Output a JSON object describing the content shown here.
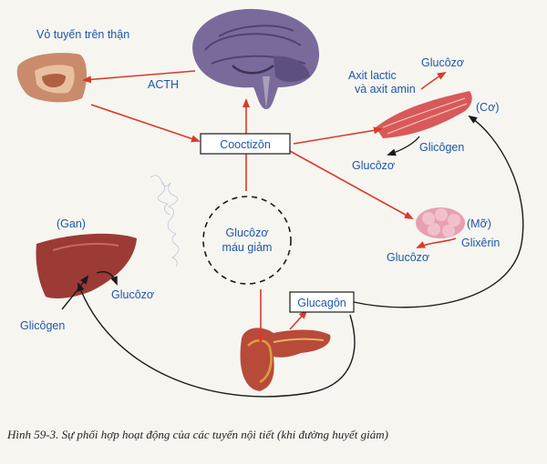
{
  "diagram": {
    "labels": {
      "adrenal_cortex": "Vỏ tuyến trên thận",
      "acth": "ACTH",
      "cortisol": "Cooctizôn",
      "lactic_amino_line1": "Axit lactic",
      "lactic_amino_line2": "và axit amin",
      "glucose_muscle_top": "Glucôzơ",
      "muscle": "(Cơ)",
      "glycogen_muscle": "Glicôgen",
      "glucose_muscle_bottom": "Glucôzơ",
      "blood_glucose_line1": "Glucôzơ",
      "blood_glucose_line2": "máu giảm",
      "liver": "(Gan)",
      "glucose_liver": "Glucôzơ",
      "glycogen_liver": "Glicôgen",
      "fat": "(Mỡ)",
      "glycerin": "Glixêrin",
      "glucose_fat": "Glucôzơ",
      "glucagon": "Glucagôn"
    },
    "caption": "Hình 59-3. Sự phối hợp hoạt động của các tuyến nội tiết (khi đường huyết giảm)"
  },
  "colors": {
    "label_text": "#1f57a8",
    "hormone_arrow": "#d93a2b",
    "feedback_arrow": "#1a1a1a",
    "brain": "#7a6a9c",
    "adrenal": "#c98b6b",
    "muscle": "#d8595a",
    "liver": "#9c3a36",
    "fat": "#e8a0b0",
    "pancreas": "#b84a3a"
  }
}
